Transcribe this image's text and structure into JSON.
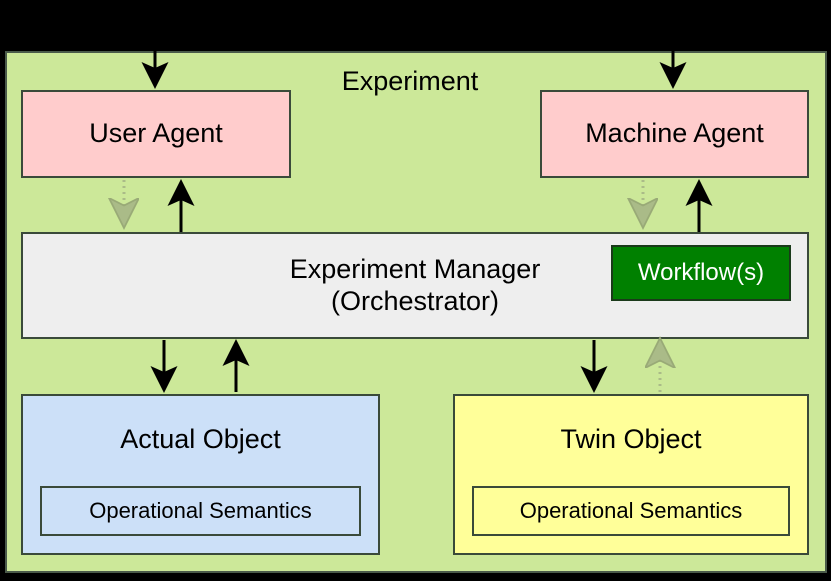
{
  "diagram": {
    "title": "Experiment",
    "background_color": "#000000",
    "container_color": "#cce899",
    "nodes": {
      "user_agent": {
        "label": "User Agent",
        "color": "#ffcccc"
      },
      "machine_agent": {
        "label": "Machine Agent",
        "color": "#ffcccc"
      },
      "experiment_manager": {
        "label": "Experiment Manager\n(Orchestrator)",
        "color": "#eeeeee"
      },
      "workflows": {
        "label": "Workflow(s)",
        "color": "#008000",
        "text_color": "#ffffff"
      },
      "actual_object": {
        "label": "Actual Object",
        "color": "#cce0f8"
      },
      "twin_object": {
        "label": "Twin Object",
        "color": "#ffff99"
      },
      "actual_semantics": {
        "label": "Operational Semantics",
        "color": "#cce0f8"
      },
      "twin_semantics": {
        "label": "Operational Semantics",
        "color": "#ffff99"
      }
    },
    "edges": [
      {
        "id": "external-to-user-agent",
        "from": "external",
        "to": "user_agent",
        "style": "solid",
        "direction": "down"
      },
      {
        "id": "external-to-machine-agent",
        "from": "external",
        "to": "machine_agent",
        "style": "solid",
        "direction": "down"
      },
      {
        "id": "user-agent-to-manager",
        "from": "user_agent",
        "to": "experiment_manager",
        "style": "dotted",
        "direction": "down"
      },
      {
        "id": "manager-to-user-agent",
        "from": "experiment_manager",
        "to": "user_agent",
        "style": "solid",
        "direction": "up"
      },
      {
        "id": "machine-agent-to-manager",
        "from": "machine_agent",
        "to": "experiment_manager",
        "style": "dotted",
        "direction": "down"
      },
      {
        "id": "manager-to-machine-agent",
        "from": "experiment_manager",
        "to": "machine_agent",
        "style": "solid",
        "direction": "up"
      },
      {
        "id": "manager-to-actual-object",
        "from": "experiment_manager",
        "to": "actual_object",
        "style": "solid",
        "direction": "down"
      },
      {
        "id": "actual-object-to-manager",
        "from": "actual_object",
        "to": "experiment_manager",
        "style": "solid",
        "direction": "up"
      },
      {
        "id": "manager-to-twin-object",
        "from": "experiment_manager",
        "to": "twin_object",
        "style": "solid",
        "direction": "down"
      },
      {
        "id": "twin-object-to-manager",
        "from": "twin_object",
        "to": "experiment_manager",
        "style": "dotted",
        "direction": "up"
      }
    ]
  }
}
